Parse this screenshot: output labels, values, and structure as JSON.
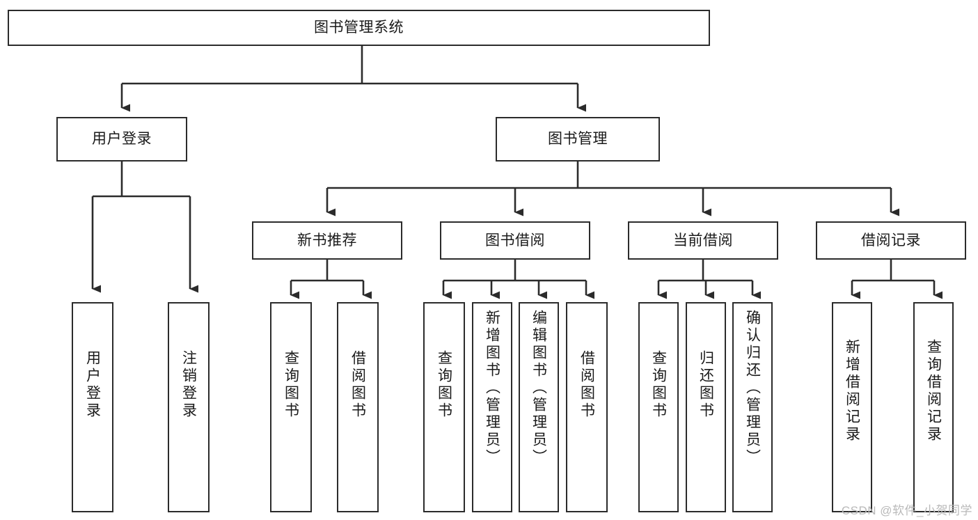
{
  "diagram": {
    "title": "图书管理系统",
    "root": {
      "label": "图书管理系统"
    },
    "level2": [
      {
        "label": "用户登录"
      },
      {
        "label": "图书管理"
      }
    ],
    "level3": [
      {
        "label": "新书推荐"
      },
      {
        "label": "图书借阅"
      },
      {
        "label": "当前借阅"
      },
      {
        "label": "借阅记录"
      }
    ],
    "leaves": [
      {
        "label": "用户登录",
        "parent": "用户登录"
      },
      {
        "label": "注销登录",
        "parent": "用户登录"
      },
      {
        "label": "查询图书",
        "parent": "新书推荐"
      },
      {
        "label": "借阅图书",
        "parent": "新书推荐"
      },
      {
        "label": "查询图书",
        "parent": "图书借阅"
      },
      {
        "label": "新增图书（管理员）",
        "parent": "图书借阅"
      },
      {
        "label": "编辑图书（管理员）",
        "parent": "图书借阅"
      },
      {
        "label": "借阅图书",
        "parent": "图书借阅"
      },
      {
        "label": "查询图书",
        "parent": "当前借阅"
      },
      {
        "label": "归还图书",
        "parent": "当前借阅"
      },
      {
        "label": "确认归还（管理员）",
        "parent": "当前借阅"
      },
      {
        "label": "新增借阅记录",
        "parent": "借阅记录"
      },
      {
        "label": "查询借阅记录",
        "parent": "借阅记录"
      }
    ]
  },
  "watermark": "CSDN @软件_小贺同学",
  "colors": {
    "stroke": "#2b2b2b",
    "background": "#ffffff",
    "text": "#1a1a1a",
    "watermark": "#b9b9b9"
  }
}
